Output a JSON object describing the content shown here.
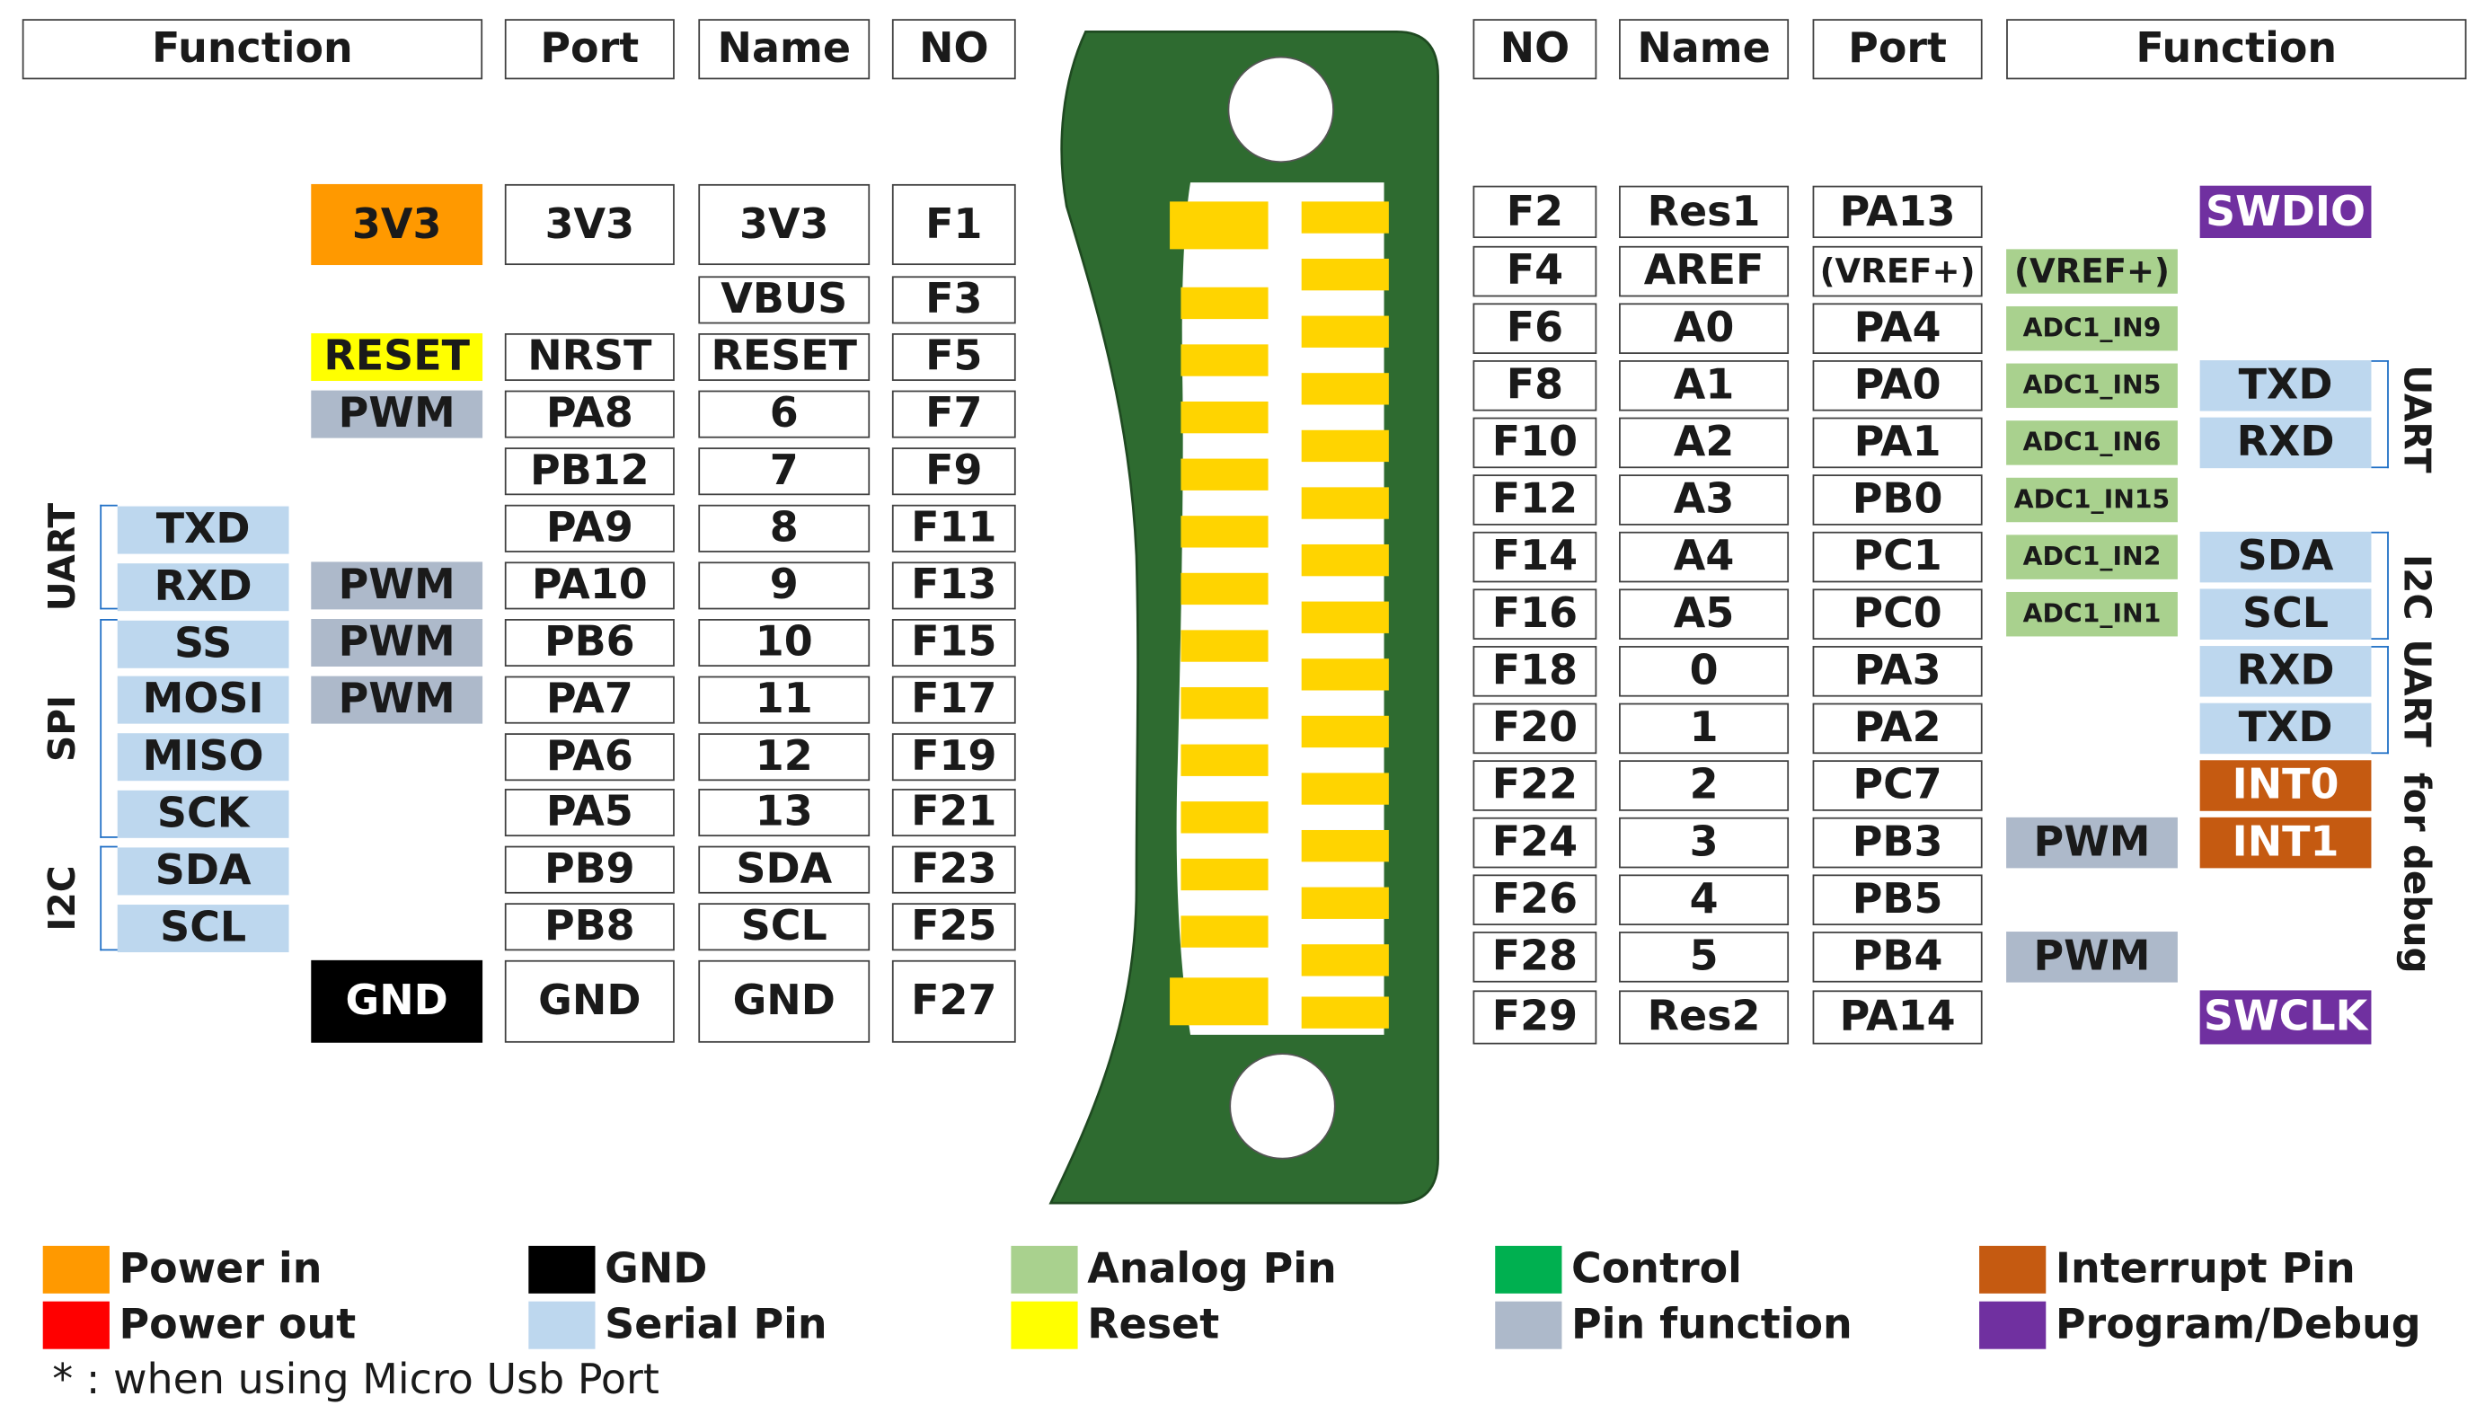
{
  "headers": {
    "left": {
      "function": "Function",
      "port": "Port",
      "name": "Name",
      "no": "NO"
    },
    "right": {
      "no": "NO",
      "name": "Name",
      "port": "Port",
      "function": "Function"
    }
  },
  "colors": {
    "power_in": "#ff9900",
    "power_out": "#ff0000",
    "gnd": "#000000",
    "serial": "#bdd7ee",
    "analog": "#a9d18e",
    "reset": "#ffff00",
    "control": "#00b050",
    "pin_function": "#adb9ca",
    "interrupt": "#c55a11",
    "program_debug": "#7030a0",
    "board_green": "#2e6b30",
    "contact_gold": "#ffd400"
  },
  "left_pins": [
    {
      "no": "F1",
      "name": "3V3",
      "port": "3V3",
      "func": "3V3",
      "func_type": "power_in"
    },
    {
      "no": "F3",
      "name": "VBUS",
      "port": "",
      "func": "",
      "func_type": ""
    },
    {
      "no": "F5",
      "name": "RESET",
      "port": "NRST",
      "func": "RESET",
      "func_type": "reset"
    },
    {
      "no": "F7",
      "name": "6",
      "port": "PA8",
      "func": "PWM",
      "func_type": "pin_function"
    },
    {
      "no": "F9",
      "name": "7",
      "port": "PB12",
      "func": "",
      "func_type": ""
    },
    {
      "no": "F11",
      "name": "8",
      "port": "PA9",
      "func": "",
      "func_type": ""
    },
    {
      "no": "F13",
      "name": "9",
      "port": "PA10",
      "func": "PWM",
      "func_type": "pin_function"
    },
    {
      "no": "F15",
      "name": "10",
      "port": "PB6",
      "func": "PWM",
      "func_type": "pin_function"
    },
    {
      "no": "F17",
      "name": "11",
      "port": "PA7",
      "func": "PWM",
      "func_type": "pin_function"
    },
    {
      "no": "F19",
      "name": "12",
      "port": "PA6",
      "func": "",
      "func_type": ""
    },
    {
      "no": "F21",
      "name": "13",
      "port": "PA5",
      "func": "",
      "func_type": ""
    },
    {
      "no": "F23",
      "name": "SDA",
      "port": "PB9",
      "func": "",
      "func_type": ""
    },
    {
      "no": "F25",
      "name": "SCL",
      "port": "PB8",
      "func": "",
      "func_type": ""
    },
    {
      "no": "F27",
      "name": "GND",
      "port": "GND",
      "func": "GND",
      "func_type": "gnd"
    }
  ],
  "left_serial": [
    "TXD",
    "RXD",
    "SS",
    "MOSI",
    "MISO",
    "SCK",
    "SDA",
    "SCL"
  ],
  "left_groups": [
    "UART",
    "SPI",
    "I2C"
  ],
  "right_pins": [
    {
      "no": "F2",
      "name": "Res1",
      "port": "PA13",
      "func1": "",
      "func2": "SWDIO",
      "func2_type": "program_debug"
    },
    {
      "no": "F4",
      "name": "AREF",
      "port": "(VREF+)",
      "func1": "(VREF+)",
      "func2": "",
      "func2_type": ""
    },
    {
      "no": "F6",
      "name": "A0",
      "port": "PA4",
      "func1": "ADC1_IN9",
      "func2": "",
      "func2_type": ""
    },
    {
      "no": "F8",
      "name": "A1",
      "port": "PA0",
      "func1": "ADC1_IN5",
      "func2": "TXD",
      "func2_type": "serial"
    },
    {
      "no": "F10",
      "name": "A2",
      "port": "PA1",
      "func1": "ADC1_IN6",
      "func2": "RXD",
      "func2_type": "serial"
    },
    {
      "no": "F12",
      "name": "A3",
      "port": "PB0",
      "func1": "ADC1_IN15",
      "func2": "",
      "func2_type": ""
    },
    {
      "no": "F14",
      "name": "A4",
      "port": "PC1",
      "func1": "ADC1_IN2",
      "func2": "SDA",
      "func2_type": "serial"
    },
    {
      "no": "F16",
      "name": "A5",
      "port": "PC0",
      "func1": "ADC1_IN1",
      "func2": "SCL",
      "func2_type": "serial"
    },
    {
      "no": "F18",
      "name": "0",
      "port": "PA3",
      "func1": "",
      "func2": "RXD",
      "func2_type": "serial"
    },
    {
      "no": "F20",
      "name": "1",
      "port": "PA2",
      "func1": "",
      "func2": "TXD",
      "func2_type": "serial"
    },
    {
      "no": "F22",
      "name": "2",
      "port": "PC7",
      "func1": "",
      "func2": "INT0",
      "func2_type": "interrupt"
    },
    {
      "no": "F24",
      "name": "3",
      "port": "PB3",
      "func1": "PWM",
      "func2": "INT1",
      "func2_type": "interrupt"
    },
    {
      "no": "F26",
      "name": "4",
      "port": "PB5",
      "func1": "",
      "func2": "",
      "func2_type": ""
    },
    {
      "no": "F28",
      "name": "5",
      "port": "PB4",
      "func1": "PWM",
      "func2": "",
      "func2_type": ""
    },
    {
      "no": "F29",
      "name": "Res2",
      "port": "PA14",
      "func1": "",
      "func2": "SWCLK",
      "func2_type": "program_debug"
    }
  ],
  "right_groups": [
    "UART",
    "I2C",
    "UART  for debug"
  ],
  "legend": [
    {
      "label": "Power in",
      "color_key": "power_in"
    },
    {
      "label": "Power out",
      "color_key": "power_out"
    },
    {
      "label": "GND",
      "color_key": "gnd"
    },
    {
      "label": "Serial Pin",
      "color_key": "serial"
    },
    {
      "label": "Analog Pin",
      "color_key": "analog"
    },
    {
      "label": "Reset",
      "color_key": "reset"
    },
    {
      "label": "Control",
      "color_key": "control"
    },
    {
      "label": "Pin function",
      "color_key": "pin_function"
    },
    {
      "label": "Interrupt Pin",
      "color_key": "interrupt"
    },
    {
      "label": "Program/Debug",
      "color_key": "program_debug"
    }
  ],
  "footnote": "* : when using Micro Usb Port"
}
